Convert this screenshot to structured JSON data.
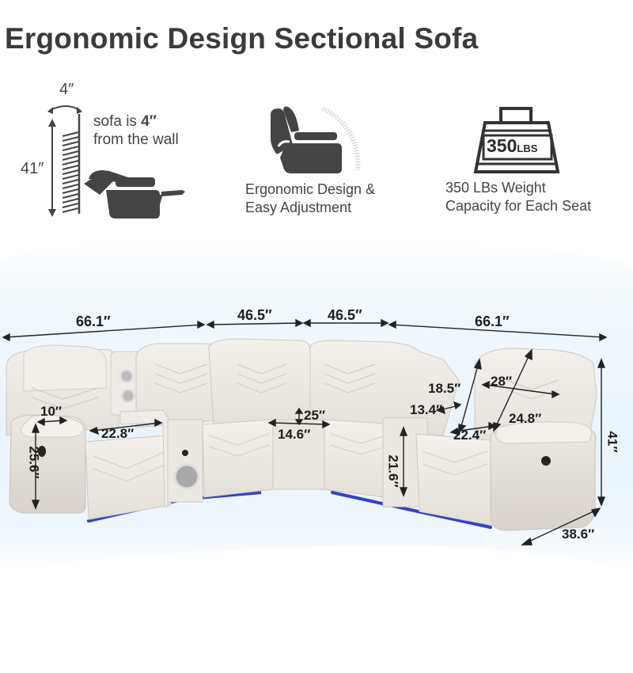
{
  "title": "Ergonomic Design Sectional Sofa",
  "features": [
    {
      "icon": "wall-clearance-recliner-icon",
      "measure_top": "4″",
      "measure_side": "41″",
      "line1": "sofa is ",
      "line1_bold": "4″",
      "line2": "from the wall"
    },
    {
      "icon": "ergonomic-recliner-icon",
      "line1": "Ergonomic Design &",
      "line2": "Easy Adjustment"
    },
    {
      "icon": "weight-350lbs-icon",
      "badge_number": "350",
      "badge_unit": "LBS",
      "line1": "350 LBs Weight",
      "line2": "Capacity for Each Seat"
    }
  ],
  "dimensions": {
    "top_left_width": "66.1″",
    "top_center_left_width": "46.5″",
    "top_center_right_width": "46.5″",
    "top_right_width": "66.1″",
    "armrest_width": "10″",
    "left_seat_width": "22.8″",
    "arm_height": "25.6″",
    "corner_seat_depth": "25″",
    "corner_seat_width": "14.6″",
    "console_height": "21.6″",
    "back_height_inner": "18.5″",
    "console_width": "13.4″",
    "back_height_outer": "28″",
    "seat_depth_right": "24.8″",
    "right_seat_width": "22.4″",
    "total_height": "41″",
    "total_depth": "38.6″"
  },
  "colors": {
    "text_dark": "#3b3b3b",
    "sofa_white": "#ede9e4",
    "led_blue": "#2f3fd0",
    "speaker_grey": "#a9a9a9",
    "background_blue": "#eaf4fb"
  }
}
